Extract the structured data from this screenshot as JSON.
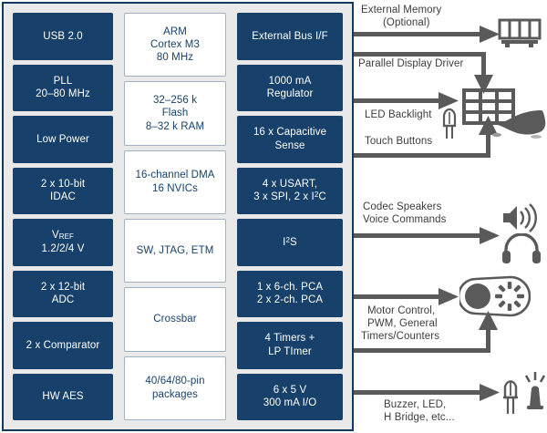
{
  "diagram": {
    "title": "MCU block diagram",
    "accent_dark": "#17416b",
    "panel_bg": "#e9e9e9",
    "wire_color": "#5a5a5a"
  },
  "mcu": {
    "left_column": [
      {
        "id": "usb",
        "lines": [
          "USB 2.0"
        ],
        "style": "dark"
      },
      {
        "id": "pll",
        "lines": [
          "PLL",
          "20–80 MHz"
        ],
        "style": "dark"
      },
      {
        "id": "low-power",
        "lines": [
          "Low Power"
        ],
        "style": "dark"
      },
      {
        "id": "idac",
        "lines": [
          "2 x 10-bit",
          "IDAC"
        ],
        "style": "dark"
      },
      {
        "id": "vref",
        "lines": [
          "V<sub>REF</sub>",
          "1.2/2/4 V"
        ],
        "style": "dark",
        "html": true
      },
      {
        "id": "adc",
        "lines": [
          "2 x 12-bit",
          "ADC"
        ],
        "style": "dark"
      },
      {
        "id": "comparator",
        "lines": [
          "2 x Comparator"
        ],
        "style": "dark"
      },
      {
        "id": "hw-aes",
        "lines": [
          "HW AES"
        ],
        "style": "dark"
      }
    ],
    "middle_column": [
      {
        "id": "cpu",
        "lines": [
          "ARM",
          "Cortex M3",
          "80 MHz"
        ],
        "style": "light"
      },
      {
        "id": "memory",
        "lines": [
          "32–256 k",
          "Flash",
          "8–32 k RAM"
        ],
        "style": "light"
      },
      {
        "id": "dma",
        "lines": [
          "16-channel DMA",
          "16 NVICs"
        ],
        "style": "light"
      },
      {
        "id": "debug",
        "lines": [
          "SW, JTAG, ETM"
        ],
        "style": "light"
      },
      {
        "id": "crossbar",
        "lines": [
          "Crossbar"
        ],
        "style": "light"
      },
      {
        "id": "packages",
        "lines": [
          "40/64/80-pin",
          "packages"
        ],
        "style": "light"
      }
    ],
    "right_column": [
      {
        "id": "ext-bus",
        "lines": [
          "External Bus I/F"
        ],
        "style": "dark"
      },
      {
        "id": "regulator",
        "lines": [
          "1000 mA",
          "Regulator"
        ],
        "style": "dark"
      },
      {
        "id": "capsense",
        "lines": [
          "16 x Capacitive",
          "Sense"
        ],
        "style": "dark"
      },
      {
        "id": "serial",
        "lines": [
          "4 x USART,",
          "3 x SPI, 2 x I<sup>2</sup>C"
        ],
        "style": "dark",
        "html": true
      },
      {
        "id": "i2s",
        "lines": [
          "I<sup>2</sup>S"
        ],
        "style": "dark",
        "html": true
      },
      {
        "id": "pca",
        "lines": [
          "1 x 6-ch. PCA",
          "2 x 2-ch. PCA"
        ],
        "style": "dark"
      },
      {
        "id": "timers",
        "lines": [
          "4 Timers +",
          "LP TImer"
        ],
        "style": "dark"
      },
      {
        "id": "io",
        "lines": [
          "6 x 5 V",
          "300 mA I/O"
        ],
        "style": "dark"
      }
    ]
  },
  "peripherals": [
    {
      "id": "external-memory",
      "label_line1": "External Memory",
      "label_line2": "(Optional)",
      "icon": "ram-module-icon"
    },
    {
      "id": "parallel-display",
      "label_line1": "Parallel Display Driver",
      "label_line2": "",
      "icon": "lcd-display-icon"
    },
    {
      "id": "led-backlight",
      "label_line1": "LED Backlight",
      "label_line2": "",
      "icon": "led-icon"
    },
    {
      "id": "touch-buttons",
      "label_line1": "Touch Buttons",
      "label_line2": "",
      "icon": "hand-touch-icon"
    },
    {
      "id": "codec-speakers",
      "label_line1": "Codec Speakers",
      "label_line2": "Voice Commands",
      "icon": "speaker-icon"
    },
    {
      "id": "motor-control",
      "label_line1": "Motor Control,",
      "label_line2": "PWM, General",
      "label_line3": "Timers/Counters",
      "icon": "motor-belt-icon"
    },
    {
      "id": "buzzer-led",
      "label_line1": "Buzzer, LED,",
      "label_line2": "H Bridge, etc...",
      "icon": "buzzer-icon"
    }
  ]
}
